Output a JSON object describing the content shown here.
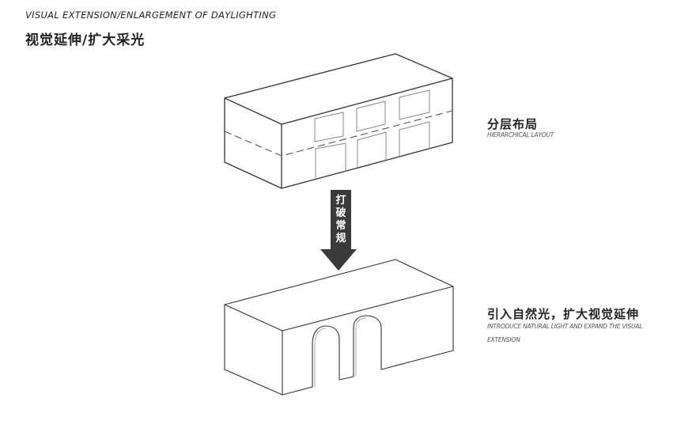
{
  "header": {
    "title_en": "VISUAL EXTENSION/ENLARGEMENT OF DAYLIGHTING",
    "title_cn": "视觉延伸/扩大采光"
  },
  "steps": [
    {
      "label_cn": "分层布局",
      "label_en": "HIERARCHICAL LAYOUT"
    },
    {
      "label_cn": "引入自然光，扩大视觉延伸",
      "label_en_line1": "INTRODUCE NATURAL LIGHT AND EXPAND THE VISUAL",
      "label_en_line2": "EXTENSION"
    }
  ],
  "arrow": {
    "chars": [
      "打",
      "破",
      "常",
      "规"
    ],
    "color": "#3a3a3a"
  },
  "colors": {
    "line": "#333333",
    "window": "#888888"
  }
}
